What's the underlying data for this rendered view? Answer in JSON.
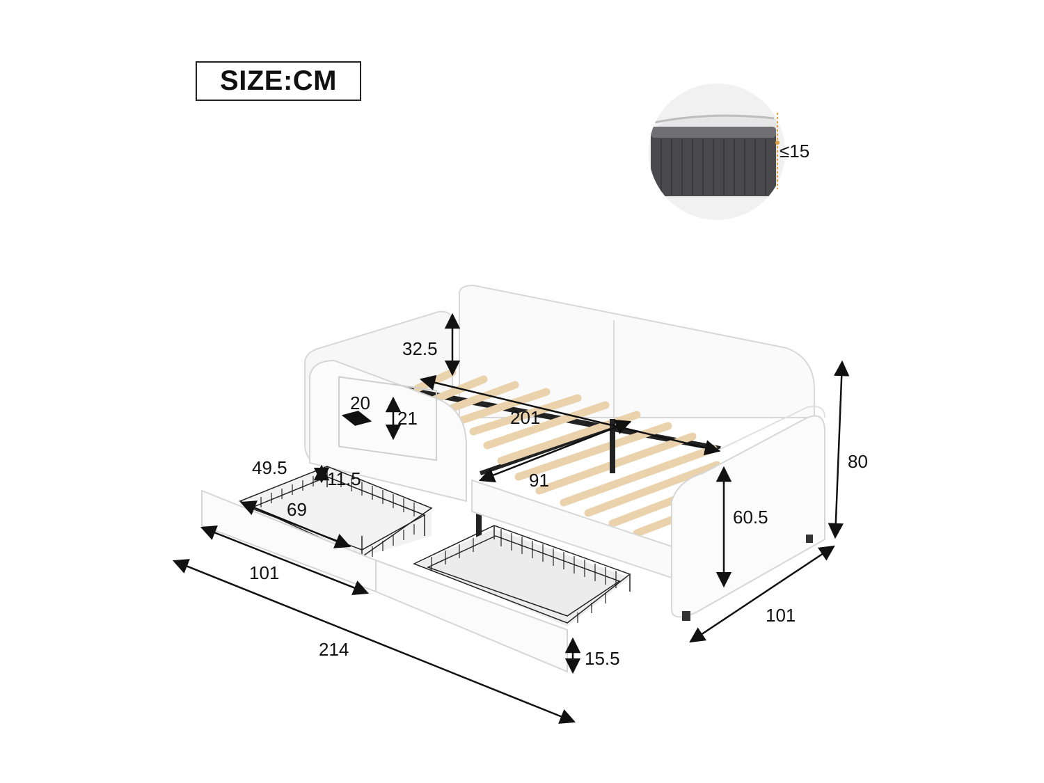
{
  "header": {
    "unit_label": "SIZE:CM"
  },
  "mattress": {
    "thickness_label": "≤15"
  },
  "dimensions": {
    "side_panel_height": "32.5",
    "pocket_width": "20",
    "pocket_height": "21",
    "inner_length": "201",
    "inner_width": "91",
    "total_height": "80",
    "front_arm_height": "60.5",
    "total_depth": "101",
    "total_length": "214",
    "drawer_length": "101",
    "drawer_inner_length": "69",
    "drawer_inner_width": "49.5",
    "drawer_inner_height": "11.5",
    "drawer_height": "15.5"
  }
}
